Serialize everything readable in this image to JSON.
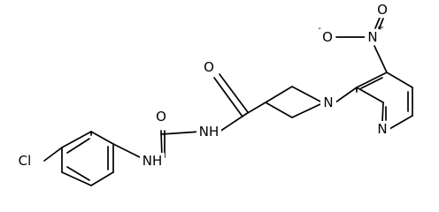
{
  "molecule": {
    "atoms": {
      "cl": {
        "text": "Cl"
      },
      "nh1": {
        "text": "NH"
      },
      "o1": {
        "text": "O"
      },
      "nh2": {
        "text": "NH"
      },
      "o2": {
        "text": "O"
      },
      "n_pip": {
        "text": "N"
      },
      "n_nitro": {
        "text": "N",
        "charge": "+"
      },
      "o_nitro_minus": {
        "text": "O",
        "charge": "-"
      },
      "o_nitro": {
        "text": "O"
      },
      "n_pyr": {
        "text": "N"
      }
    }
  }
}
